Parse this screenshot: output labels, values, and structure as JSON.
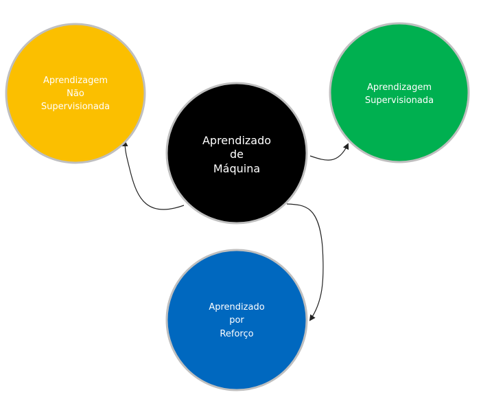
{
  "colors": {
    "center": "#000000",
    "unsupervised": "#fbbf00",
    "supervised": "#00b050",
    "reinforcement": "#0068bf",
    "border": "#bfbfbf",
    "edge": "#222222",
    "text": "#ffffff"
  },
  "nodes": {
    "center": {
      "line1": "Aprendizado",
      "line2": "de",
      "line3": "Máquina"
    },
    "unsupervised": {
      "line1": "Aprendizagem",
      "line2": "Não",
      "line3": "Supervisionada"
    },
    "supervised": {
      "line1": "Aprendizagem",
      "line2": "Supervisionada"
    },
    "reinforcement": {
      "line1": "Aprendizado",
      "line2": "por",
      "line3": "Reforço"
    }
  }
}
